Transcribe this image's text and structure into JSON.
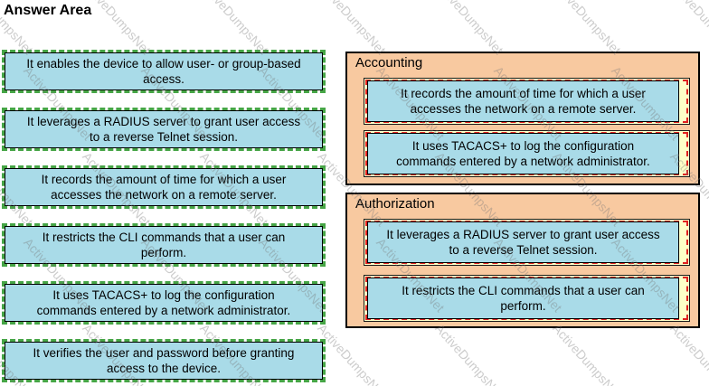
{
  "title": "Answer Area",
  "watermark": {
    "text": "ActiveDumpsNet"
  },
  "colors": {
    "item_fill": "#a9dbe8",
    "item_border": "#000000",
    "drag_dash_green": "#46a546",
    "panel_fill": "#f8c9a0",
    "panel_border": "#000000",
    "slot_fill": "#ffffc8",
    "slot_dash_red": "#e02020",
    "watermark_gray": "#c9c9c9"
  },
  "left_items": [
    {
      "text": "It enables the device to allow user- or group-based\naccess."
    },
    {
      "text": "It leverages a RADIUS server to grant user access\nto a reverse Telnet session."
    },
    {
      "text": "It records the amount of time for which a user\naccesses the network on a remote server."
    },
    {
      "text": "It restricts the CLI commands that a user can\nperform."
    },
    {
      "text": "It uses TACACS+ to log the configuration\ncommands entered by a network administrator."
    },
    {
      "text": "It verifies the user and password before granting\naccess to the device."
    }
  ],
  "panels": [
    {
      "title": "Accounting",
      "items": [
        {
          "text": "It records the amount of time for which a user\naccesses the network on a remote server."
        },
        {
          "text": "It uses TACACS+ to log the configuration\ncommands entered by a network administrator."
        }
      ]
    },
    {
      "title": "Authorization",
      "items": [
        {
          "text": "It leverages a RADIUS server to grant user access\nto a reverse Telnet session."
        },
        {
          "text": "It restricts the CLI commands that a user can\nperform."
        }
      ]
    }
  ]
}
